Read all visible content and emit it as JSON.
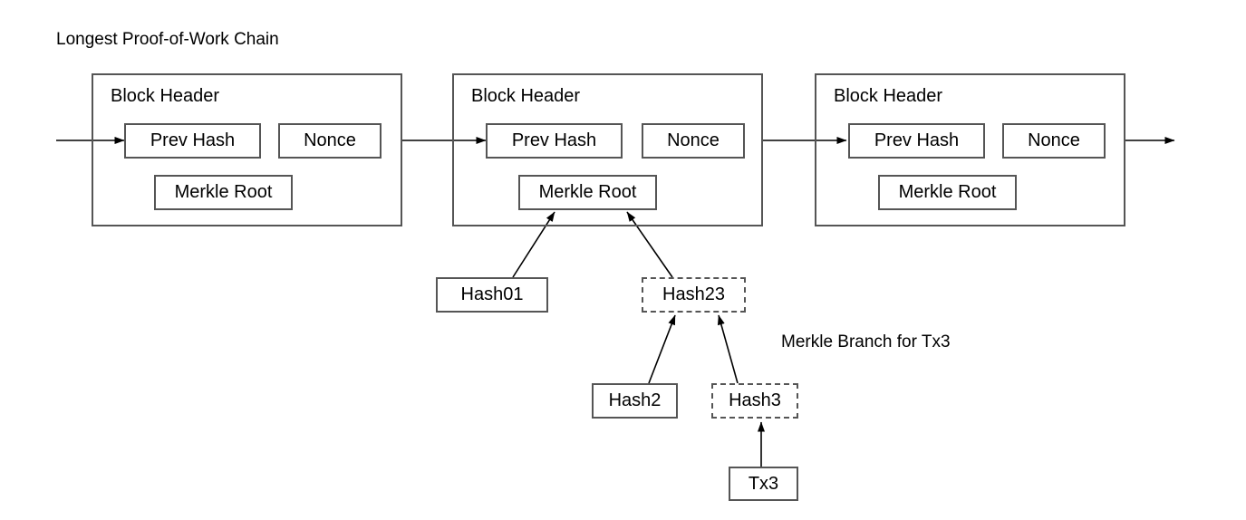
{
  "diagram": {
    "type": "blockchain-merkle-branch-diagram",
    "title": "Longest Proof-of-Work Chain",
    "annotation": "Merkle Branch for Tx3",
    "colors": {
      "stroke": "#555555",
      "arrow": "#000000",
      "text": "#000000",
      "background": "#ffffff"
    },
    "blocks": [
      {
        "id": "block-1",
        "header_label": "Block Header",
        "prev_hash_label": "Prev Hash",
        "nonce_label": "Nonce",
        "merkle_root_label": "Merkle Root"
      },
      {
        "id": "block-2",
        "header_label": "Block Header",
        "prev_hash_label": "Prev Hash",
        "nonce_label": "Nonce",
        "merkle_root_label": "Merkle Root"
      },
      {
        "id": "block-3",
        "header_label": "Block Header",
        "prev_hash_label": "Prev Hash",
        "nonce_label": "Nonce",
        "merkle_root_label": "Merkle Root"
      }
    ],
    "merkle_nodes": [
      {
        "id": "hash01",
        "label": "Hash01",
        "border": "solid"
      },
      {
        "id": "hash23",
        "label": "Hash23",
        "border": "dashed"
      },
      {
        "id": "hash2",
        "label": "Hash2",
        "border": "solid"
      },
      {
        "id": "hash3",
        "label": "Hash3",
        "border": "dashed"
      },
      {
        "id": "tx3",
        "label": "Tx3",
        "border": "solid"
      }
    ]
  }
}
